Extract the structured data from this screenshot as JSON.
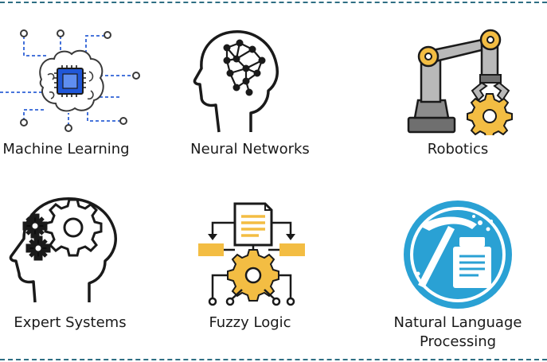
{
  "items": [
    {
      "label": "Machine Learning",
      "icon": "ai-chip-brain-icon"
    },
    {
      "label": "Neural Networks",
      "icon": "neural-head-icon"
    },
    {
      "label": "Robotics",
      "icon": "robotic-arm-icon"
    },
    {
      "label": "Expert Systems",
      "icon": "gear-head-icon"
    },
    {
      "label": "Fuzzy Logic",
      "icon": "logic-flowchart-icon"
    },
    {
      "label": "Natural Language Processing",
      "icon": "nlp-pickaxe-document-icon"
    }
  ],
  "colors": {
    "blue_accent": "#2f62d6",
    "chip_blue": "#2057d8",
    "gold": "#f3bd43",
    "gray": "#b9b9b9",
    "dark_gray": "#6f6f6f",
    "teal": "#2aa1d4",
    "dash": "#2e6e83"
  }
}
